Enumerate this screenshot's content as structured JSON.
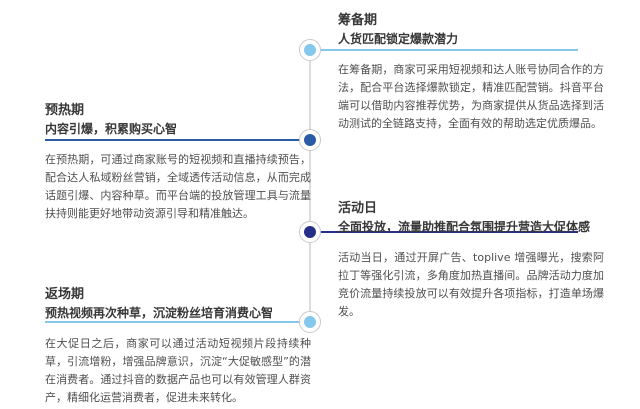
{
  "page": {
    "background_color": "#ffffff",
    "description": "大促营销节奏时间轴（筹备期/预热期/活动日/返场期）"
  },
  "colors": {
    "light_blue": "#85c8eb",
    "medium_blue": "#2b5ba7",
    "dark_navy": "#262f88",
    "timeline_gray": "#dcdcdc",
    "title_text": "#383838",
    "body_text": "#4f4f4f"
  },
  "timeline": {
    "phases": [
      {
        "id": "preparation",
        "side": "right",
        "title": "筹备期",
        "subtitle": "人货匹配锁定爆款潜力",
        "body": "在筹备期，商家可采用短视频和达人账号协同合作的方法，配合平台选择爆款锁定，精准匹配营销。抖音平台端可以借助内容推荐优势，为商家提供从货品选择到活动测试的全链路支持，全面有效的帮助选定优质爆品。",
        "accent_color": "#85c8eb"
      },
      {
        "id": "warmup",
        "side": "left",
        "title": "预热期",
        "subtitle": "内容引爆，积累购买心智",
        "body": "在预热期，可通过商家账号的短视频和直播持续预告，配合达人私域粉丝营销，全域透传活动信息，从而完成话题引爆、内容种草。而平台端的投放管理工具与流量扶持则能更好地带动资源引导和精准触达。",
        "accent_color": "#2b5ba7"
      },
      {
        "id": "activity-day",
        "side": "right",
        "title": "活动日",
        "subtitle": "全面投放，流量助推配合氛围提升营造大促体感",
        "body": "活动当日，通过开屏广告、toplive 增强曝光，搜索阿拉丁等强化引流，多角度加热直播间。品牌活动力度加竞价流量持续投放可以有效提升各项指标，打造单场爆发。",
        "accent_color": "#262f88"
      },
      {
        "id": "encore",
        "side": "left",
        "title": "返场期",
        "subtitle": "预热视频再次种草，沉淀粉丝培育消费心智",
        "body": "在大促日之后，商家可以通过活动短视频片段持续种草，引流增粉，增强品牌意识，沉淀“大促敏感型”的潜在消费者。通过抖音的数据产品也可以有效管理人群资产，精细化运营消费者，促进未来转化。",
        "accent_color": "#85c8eb"
      }
    ]
  }
}
